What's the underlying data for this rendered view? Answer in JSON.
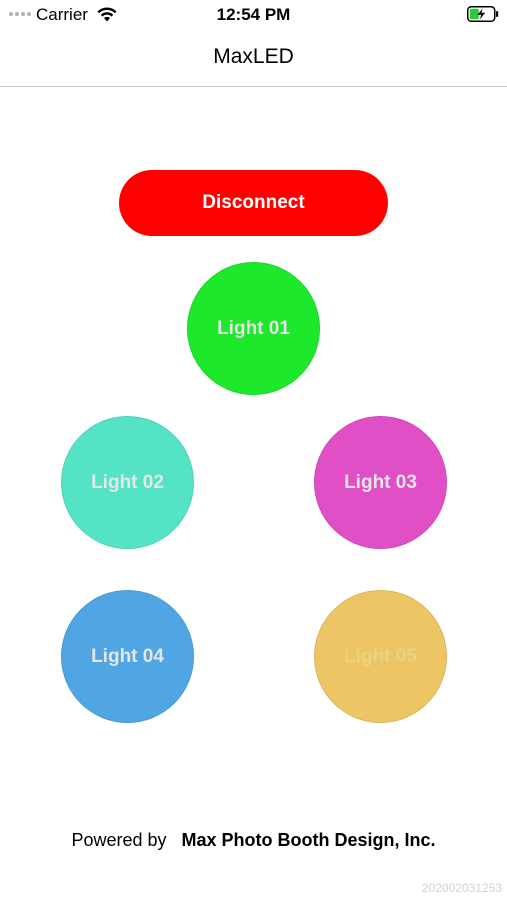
{
  "status_bar": {
    "carrier": "Carrier",
    "time": "12:54 PM",
    "wifi_icon": "wifi-icon",
    "battery_icon": "battery-charging-icon"
  },
  "nav": {
    "title": "MaxLED"
  },
  "disconnect": {
    "label": "Disconnect",
    "color": "#ff0000"
  },
  "lights": [
    {
      "label": "Light 01",
      "color": "#1de82b"
    },
    {
      "label": "Light 02",
      "color": "#55e3c6"
    },
    {
      "label": "Light 03",
      "color": "#e04fc6"
    },
    {
      "label": "Light 04",
      "color": "#4fa6e3"
    },
    {
      "label": "Light 05",
      "color": "#edc565"
    }
  ],
  "footer": {
    "powered_by": "Powered by",
    "company": "Max Photo Booth Design, Inc.",
    "build": "202002031253"
  }
}
